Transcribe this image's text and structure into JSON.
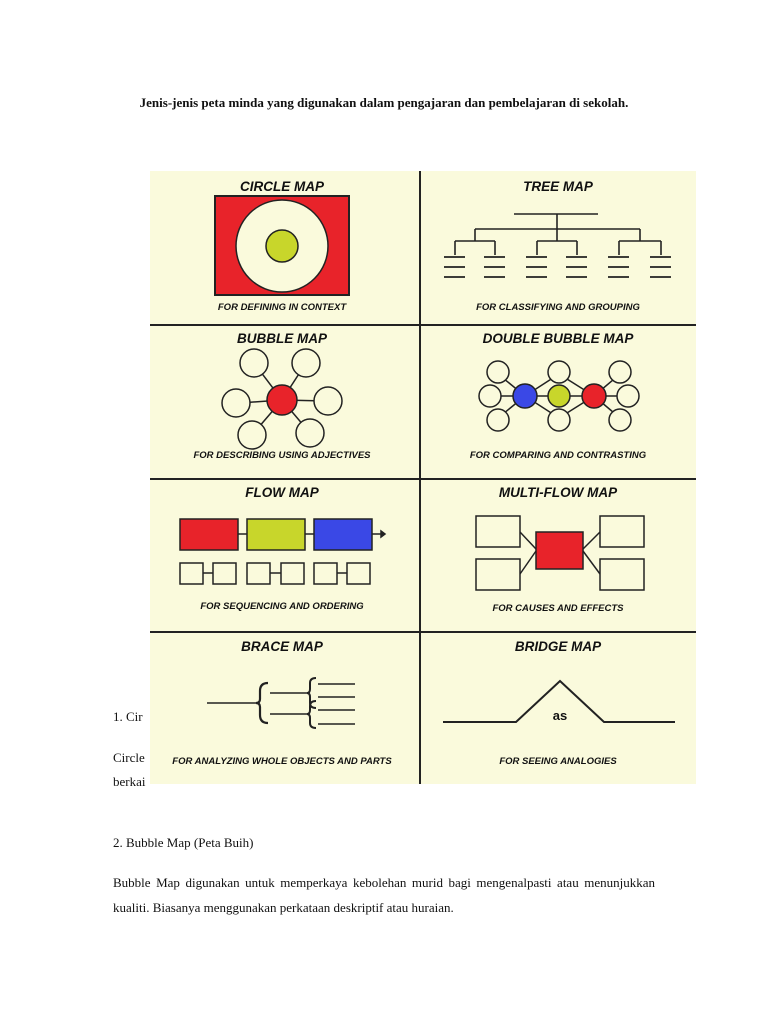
{
  "doc": {
    "title": "Jenis-jenis peta minda yang digunakan dalam pengajaran dan pembelajaran di sekolah.",
    "section1": {
      "heading_partial": "1.  Cir",
      "para_line1_partial": "Circle",
      "para_line2_partial": "berkai"
    },
    "section2": {
      "heading": "2. Bubble Map (Peta Buih)",
      "paragraph": "Bubble Map digunakan untuk memperkaya kebolehan murid bagi mengenalpasti atau menunjukkan kualiti. Biasanya menggunakan perkataan deskriptif atau huraian."
    }
  },
  "figure": {
    "background": "#fafadc",
    "colors": {
      "red": "#e8232a",
      "yellow": "#c8d62b",
      "blue": "#3a48e6"
    },
    "panels": [
      {
        "title": "CIRCLE MAP",
        "caption": "FOR DEFINING IN CONTEXT",
        "icon": "circle-map-icon"
      },
      {
        "title": "TREE MAP",
        "caption": "FOR CLASSIFYING AND GROUPING",
        "icon": "tree-map-icon"
      },
      {
        "title": "BUBBLE MAP",
        "caption": "FOR DESCRIBING USING ADJECTIVES",
        "icon": "bubble-map-icon"
      },
      {
        "title": "DOUBLE BUBBLE MAP",
        "caption": "FOR COMPARING AND CONTRASTING",
        "icon": "double-bubble-map-icon"
      },
      {
        "title": "FLOW MAP",
        "caption": "FOR SEQUENCING AND ORDERING",
        "icon": "flow-map-icon"
      },
      {
        "title": "MULTI-FLOW MAP",
        "caption": "FOR CAUSES AND EFFECTS",
        "icon": "multi-flow-map-icon"
      },
      {
        "title": "BRACE MAP",
        "caption": "FOR ANALYZING WHOLE OBJECTS AND PARTS",
        "icon": "brace-map-icon"
      },
      {
        "title": "BRIDGE MAP",
        "caption": "FOR SEEING ANALOGIES",
        "icon": "bridge-map-icon",
        "bridge_word": "as"
      }
    ]
  }
}
